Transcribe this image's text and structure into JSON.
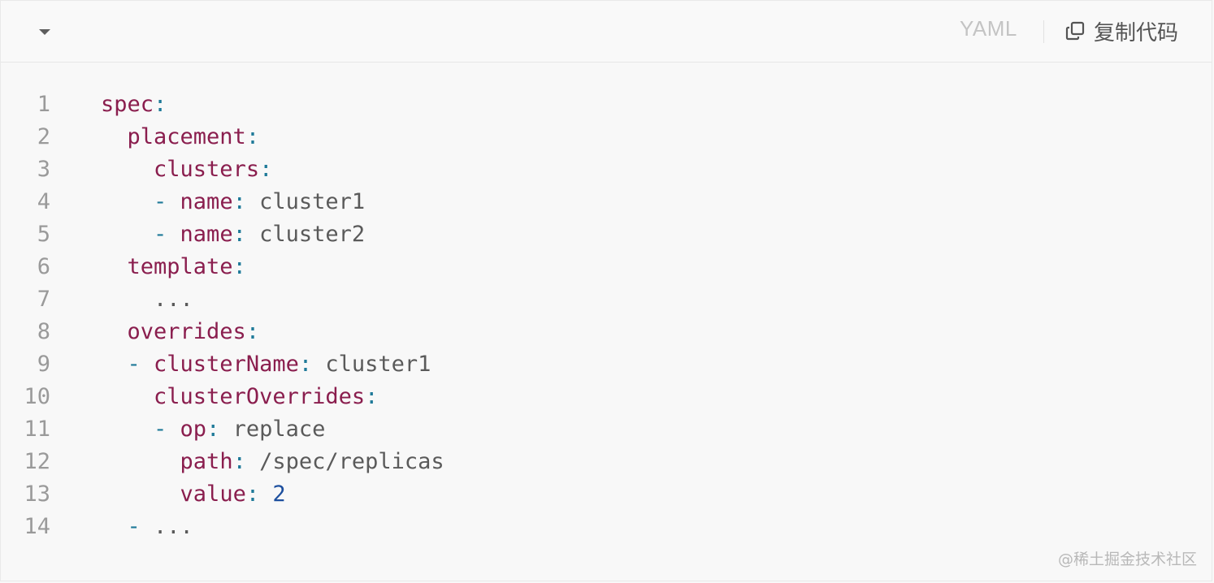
{
  "toolbar": {
    "language": "YAML",
    "copy_label": "复制代码",
    "collapse_icon": "chevron-down-icon",
    "copy_icon": "copy-icon"
  },
  "code": {
    "lines": [
      {
        "n": "1",
        "indent": "",
        "dash": "",
        "key": "spec",
        "colon": ":",
        "value": "",
        "value_type": ""
      },
      {
        "n": "2",
        "indent": "  ",
        "dash": "",
        "key": "placement",
        "colon": ":",
        "value": "",
        "value_type": ""
      },
      {
        "n": "3",
        "indent": "    ",
        "dash": "",
        "key": "clusters",
        "colon": ":",
        "value": "",
        "value_type": ""
      },
      {
        "n": "4",
        "indent": "    ",
        "dash": "- ",
        "key": "name",
        "colon": ":",
        "value": " cluster1",
        "value_type": "str"
      },
      {
        "n": "5",
        "indent": "    ",
        "dash": "- ",
        "key": "name",
        "colon": ":",
        "value": " cluster2",
        "value_type": "str"
      },
      {
        "n": "6",
        "indent": "  ",
        "dash": "",
        "key": "template",
        "colon": ":",
        "value": "",
        "value_type": ""
      },
      {
        "n": "7",
        "indent": "    ",
        "dash": "",
        "key": "",
        "colon": "",
        "value": "...",
        "value_type": "str"
      },
      {
        "n": "8",
        "indent": "  ",
        "dash": "",
        "key": "overrides",
        "colon": ":",
        "value": "",
        "value_type": ""
      },
      {
        "n": "9",
        "indent": "  ",
        "dash": "- ",
        "key": "clusterName",
        "colon": ":",
        "value": " cluster1",
        "value_type": "str"
      },
      {
        "n": "10",
        "indent": "    ",
        "dash": "",
        "key": "clusterOverrides",
        "colon": ":",
        "value": "",
        "value_type": ""
      },
      {
        "n": "11",
        "indent": "    ",
        "dash": "- ",
        "key": "op",
        "colon": ":",
        "value": " replace",
        "value_type": "str"
      },
      {
        "n": "12",
        "indent": "      ",
        "dash": "",
        "key": "path",
        "colon": ":",
        "value": " /spec/replicas",
        "value_type": "str"
      },
      {
        "n": "13",
        "indent": "      ",
        "dash": "",
        "key": "value",
        "colon": ":",
        "value": " 2",
        "value_type": "num"
      },
      {
        "n": "14",
        "indent": "  ",
        "dash": "- ",
        "key": "",
        "colon": "",
        "value": "...",
        "value_type": "str"
      }
    ]
  },
  "watermark": "@稀土掘金技术社区",
  "colors": {
    "key": "#8a1e4e",
    "punctuation": "#1f7a99",
    "string": "#5a5a5a",
    "number": "#1d4f9e",
    "line_number": "#9a9a9a",
    "background": "#f8f8f8"
  }
}
